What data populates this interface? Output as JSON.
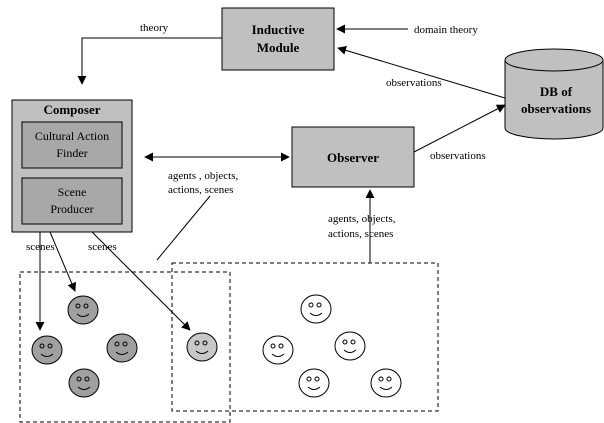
{
  "nodes": {
    "inductive_module": {
      "line1": "Inductive",
      "line2": "Module"
    },
    "composer": {
      "title": "Composer"
    },
    "cultural_action_finder": {
      "line1": "Cultural Action",
      "line2": "Finder"
    },
    "scene_producer": {
      "line1": "Scene",
      "line2": "Producer"
    },
    "observer": {
      "title": "Observer"
    },
    "db": {
      "line1": "DB of",
      "line2": "observations"
    }
  },
  "edges": {
    "theory": "theory",
    "domain_theory": "domain theory",
    "db_to_inductive": "observations",
    "observer_to_db": "observations",
    "composer_observer": {
      "line1": "agents , objects,",
      "line2": "actions, scenes"
    },
    "scene_to_observer": {
      "line1": "agents, objects,",
      "line2": "actions, scenes"
    },
    "scenes_left": "scenes",
    "scenes_right": "scenes"
  },
  "colors": {
    "box_fill": "#c0c0c0",
    "inner_box_fill": "#a8a8a8",
    "face_dark": "#a0a0a0",
    "face_mid": "#c8c8c8",
    "face_light": "#ffffff"
  }
}
